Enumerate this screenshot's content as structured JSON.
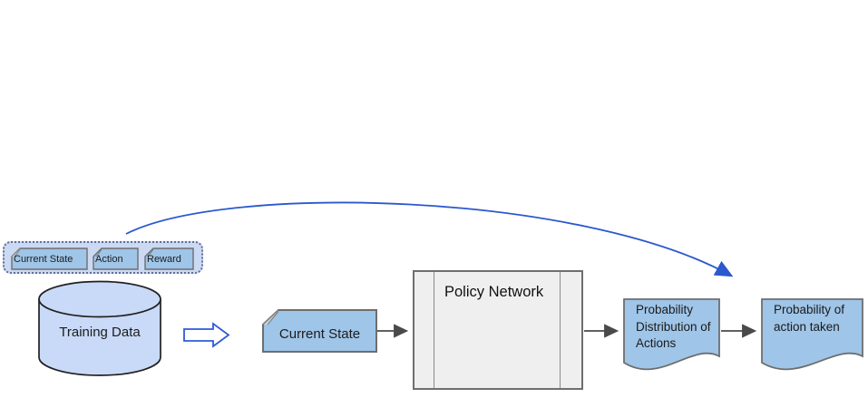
{
  "colors": {
    "shape_fill_blue": "#9fc5e8",
    "shape_border_gray": "#6e6e6e",
    "group_fill": "#ccd9f3",
    "group_border": "#5f6e96",
    "cylinder_fill": "#c9daf8",
    "cylinder_border": "#212121",
    "process_fill": "#efefef",
    "process_border": "#6e6e6e",
    "flow_arrow_gray": "#4a4a4a",
    "feedback_arrow_blue": "#2b58ce",
    "block_arrow_blue": "#2f5bd7",
    "text_color": "#1c1c1c"
  },
  "training_tuple_group": {
    "cards": [
      {
        "label": "Current State"
      },
      {
        "label": "Action"
      },
      {
        "label": "Reward"
      }
    ]
  },
  "database": {
    "label": "Training Data"
  },
  "input_card": {
    "label": "Current State"
  },
  "policy_network": {
    "label": "Policy Network"
  },
  "outputs": [
    {
      "label": "Probability Distribution of Actions"
    },
    {
      "label": "Probability of action taken"
    }
  ]
}
